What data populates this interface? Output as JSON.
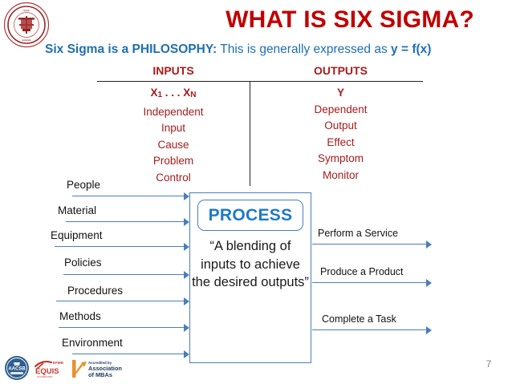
{
  "slide": {
    "title": "WHAT IS SIX SIGMA?",
    "subtitle": {
      "bold_lead": "Six Sigma is a PHILOSOPHY:",
      "middle": " This is generally expressed as ",
      "bold_tail": "y = f(x)"
    },
    "page_number": "7",
    "colors": {
      "title_red": "#C00000",
      "column_red": "#A61C1C",
      "subtitle_blue": "#1F6FB2",
      "process_blue": "#1F7AC4",
      "arrow_blue": "#4A7EBB",
      "rule_black": "#202020",
      "page_gray": "#808080"
    }
  },
  "table": {
    "inputs_header": "INPUTS",
    "outputs_header": "OUTPUTS",
    "inputs_top": "X1 . . . XN",
    "inputs_top_base": "X",
    "inputs_top_sub1": "1",
    "inputs_top_mid": " . . . X",
    "inputs_top_sub2": "N",
    "outputs_top": "Y",
    "inputs_list": [
      "Independent",
      "Input",
      "Cause",
      "Problem",
      "Control"
    ],
    "outputs_list": [
      "Dependent",
      "Output",
      "Effect",
      "Symptom",
      "Monitor"
    ]
  },
  "input_arrows": [
    {
      "label": "People"
    },
    {
      "label": "Material"
    },
    {
      "label": "Equipment"
    },
    {
      "label": "Policies"
    },
    {
      "label": "Procedures"
    },
    {
      "label": "Methods"
    },
    {
      "label": "Environment"
    }
  ],
  "process": {
    "title": "PROCESS",
    "quote": "“A blending of inputs to achieve the desired outputs”"
  },
  "output_arrows": [
    {
      "label": "Perform a Service"
    },
    {
      "label": "Produce a Product"
    },
    {
      "label": "Complete a Task"
    }
  ],
  "logos": {
    "university_seal": "university-seal",
    "aacsb": "aacsb-logo",
    "equis": "equis-logo",
    "amba": "amba-logo",
    "equis_efmd_text": "EFMD",
    "equis_text": "EQUIS",
    "aacsb_text": "AACSB",
    "amba_line1": "Accredited by",
    "amba_line2": "Association",
    "amba_line3": "of MBAs"
  }
}
